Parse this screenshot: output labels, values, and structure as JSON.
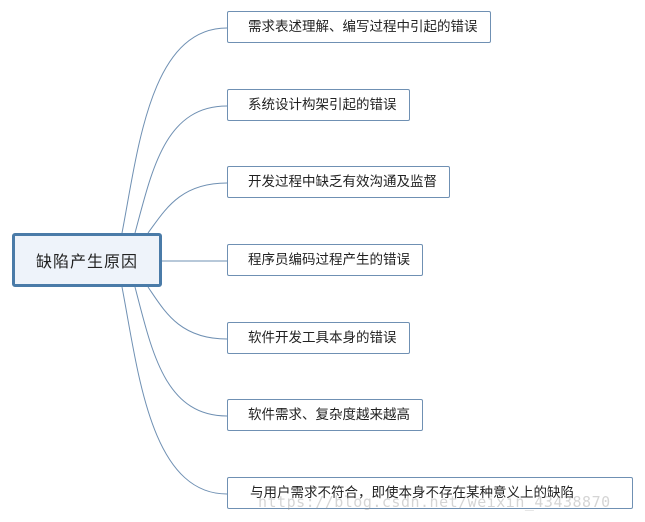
{
  "root": {
    "label": "缺陷产生原因"
  },
  "branches": [
    {
      "label": "需求表述理解、编写过程中引起的错误"
    },
    {
      "label": "系统设计构架引起的错误"
    },
    {
      "label": "开发过程中缺乏有效沟通及监督"
    },
    {
      "label": "程序员编码过程产生的错误"
    },
    {
      "label": "软件开发工具本身的错误"
    },
    {
      "label": "软件需求、复杂度越来越高"
    },
    {
      "label": "与用户需求不符合，即使本身不存在某种意义上的缺陷"
    }
  ],
  "watermark": {
    "text": "https://blog.csdn.net/weixin_43438870"
  },
  "colors": {
    "connector": "#6f90b3",
    "root_border": "#4a7ba8",
    "root_fill": "#eef3fa",
    "branch_border": "#6f90b3"
  }
}
